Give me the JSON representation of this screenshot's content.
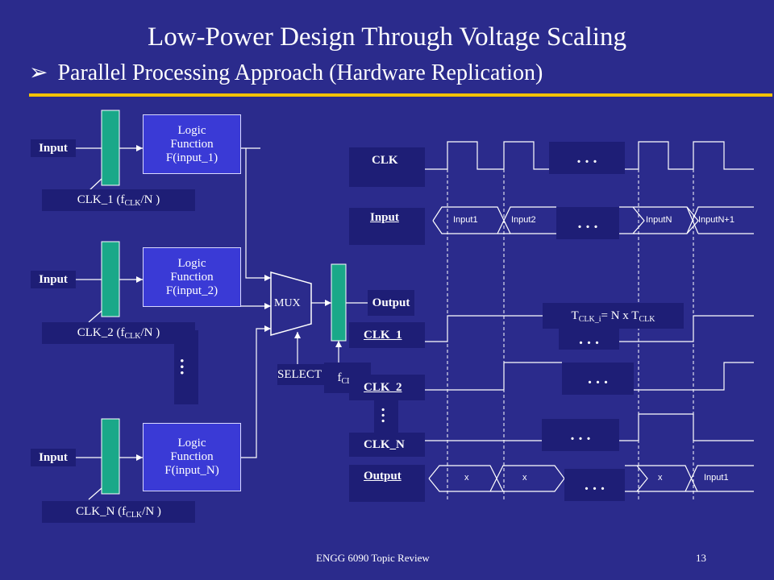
{
  "title": "Low-Power Design Through Voltage Scaling",
  "subtitle": "Parallel Processing Approach (Hardware Replication)",
  "footer": {
    "course": "ENGG 6090 Topic Review",
    "page": "13"
  },
  "left_block": {
    "input_label": "Input",
    "logic_top": "Logic",
    "logic_mid": "Function",
    "logic_1": "F(input_1)",
    "logic_2": "F(input_2)",
    "logic_n": "F(input_N)",
    "clk1_pre": "CLK_1 (f",
    "clk2_pre": "CLK_2 (f",
    "clkn_pre": "CLK_N (f",
    "clk_sub": "CLK",
    "clk_post": "/N )",
    "ellipsis": "..."
  },
  "mux": {
    "label": "MUX",
    "select": "SELECT",
    "f_main": "f",
    "f_sub": "CLK"
  },
  "timing": {
    "clk": "CLK",
    "input": "Input",
    "output_top": "Output",
    "clk_1": "CLK_1",
    "clk_2": "CLK_2",
    "clk_n": "CLK_N",
    "output": "Output",
    "ellipsis": ". . .",
    "input_cells": [
      "Input1",
      "Input2",
      "InputN",
      "InputN+1"
    ],
    "output_cells": [
      "x",
      "x",
      "x",
      "Input1"
    ],
    "period_t": "T",
    "period_sub": "CLK_i",
    "period_mid": "= N x T",
    "period_sub2": "CLK"
  }
}
